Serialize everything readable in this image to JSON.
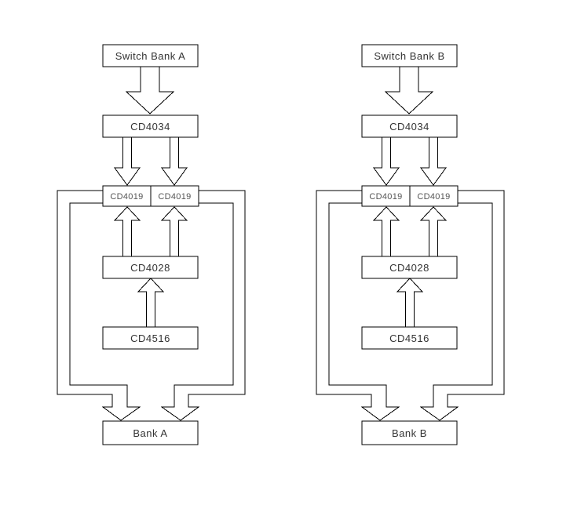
{
  "colors": {
    "background": "#ffffff",
    "line": "#000000",
    "text": "#333333",
    "small_text": "#555555"
  },
  "diagrams": [
    {
      "name": "bank-a-chain",
      "switch_bank": "Switch Bank A",
      "cd4034": "CD4034",
      "cd4019_left": "CD4019",
      "cd4019_right": "CD4019",
      "cd4028": "CD4028",
      "cd4516": "CD4516",
      "bank": "Bank A"
    },
    {
      "name": "bank-b-chain",
      "switch_bank": "Switch Bank B",
      "cd4034": "CD4034",
      "cd4019_left": "CD4019",
      "cd4019_right": "CD4019",
      "cd4028": "CD4028",
      "cd4516": "CD4516",
      "bank": "Bank B"
    }
  ],
  "connections": [
    {
      "from": "switch_bank",
      "to": "cd4034",
      "style": "wide-block-arrow-down"
    },
    {
      "from": "cd4034",
      "to": "cd4019_left",
      "style": "block-arrow-down"
    },
    {
      "from": "cd4034",
      "to": "cd4019_right",
      "style": "block-arrow-down"
    },
    {
      "from": "cd4028",
      "to": "cd4019_left",
      "style": "block-arrow-up"
    },
    {
      "from": "cd4028",
      "to": "cd4019_right",
      "style": "block-arrow-up"
    },
    {
      "from": "cd4516",
      "to": "cd4028",
      "style": "block-arrow-up"
    },
    {
      "from": "cd4019_left",
      "to": "bank",
      "style": "hollow-channel-left-side-down"
    },
    {
      "from": "cd4019_right",
      "to": "bank",
      "style": "hollow-channel-right-side-down"
    }
  ]
}
